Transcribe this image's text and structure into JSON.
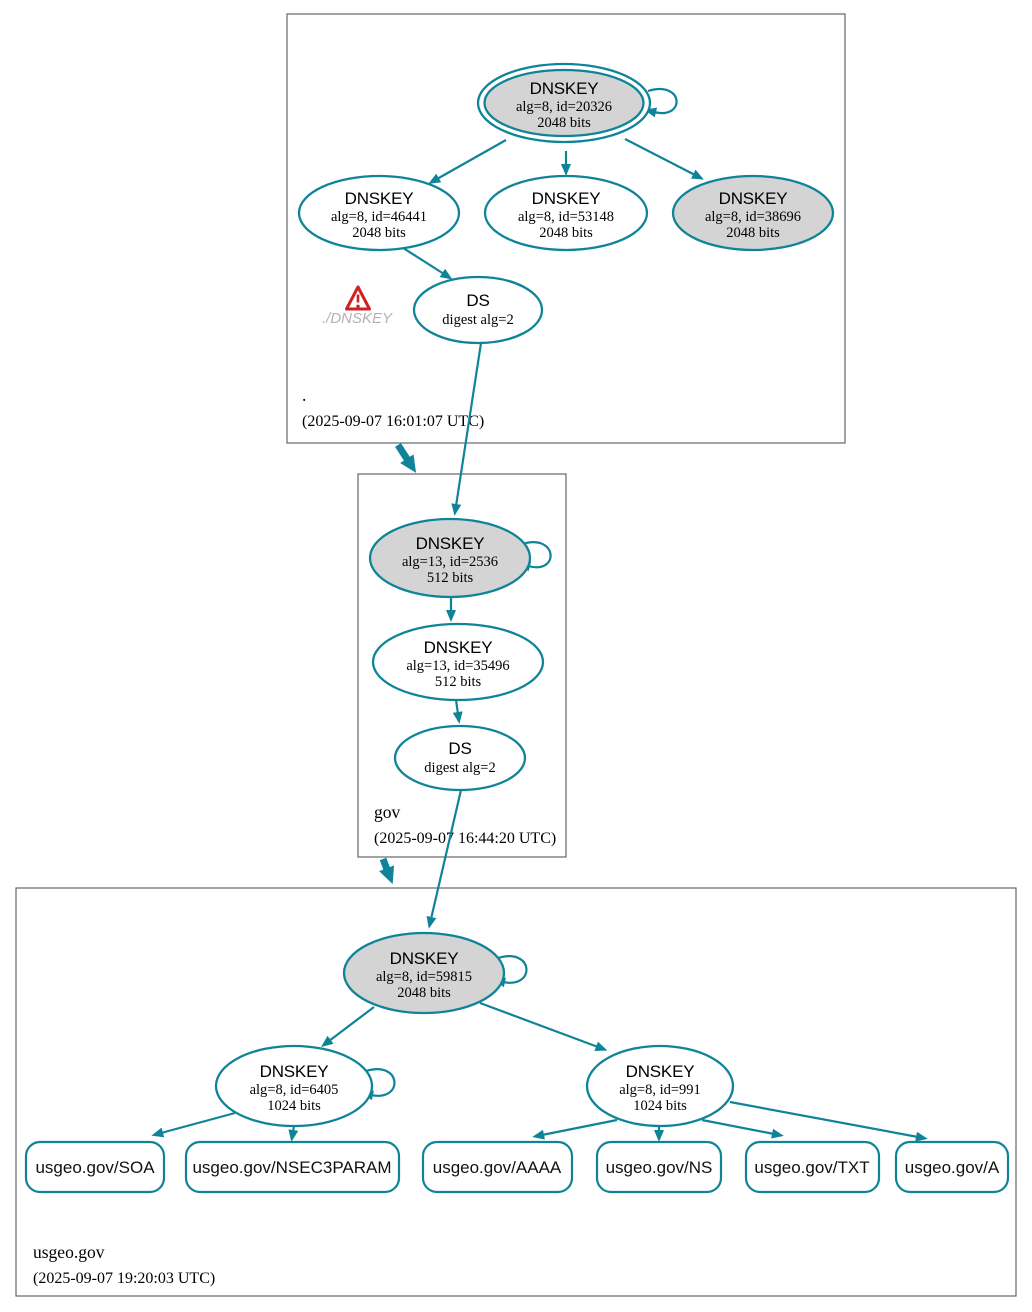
{
  "colors": {
    "edge_teal": "#0f8499",
    "ksk_fill": "#d4d4d4",
    "box_border": "#666666",
    "warning_red": "#cc2222",
    "warning_text_gray": "#b3b3b3"
  },
  "zones": [
    {
      "name": ".",
      "timestamp": "(2025-09-07 16:01:07 UTC)",
      "warning_label": "./DNSKEY",
      "nodes": {
        "ksk": {
          "title": "DNSKEY",
          "detail": "alg=8, id=20326",
          "bits": "2048 bits"
        },
        "zsk1": {
          "title": "DNSKEY",
          "detail": "alg=8, id=46441",
          "bits": "2048 bits"
        },
        "zsk2": {
          "title": "DNSKEY",
          "detail": "alg=8, id=53148",
          "bits": "2048 bits"
        },
        "zsk3": {
          "title": "DNSKEY",
          "detail": "alg=8, id=38696",
          "bits": "2048 bits"
        },
        "ds": {
          "title": "DS",
          "detail": "digest alg=2"
        }
      }
    },
    {
      "name": "gov",
      "timestamp": "(2025-09-07 16:44:20 UTC)",
      "nodes": {
        "ksk": {
          "title": "DNSKEY",
          "detail": "alg=13, id=2536",
          "bits": "512 bits"
        },
        "zsk": {
          "title": "DNSKEY",
          "detail": "alg=13, id=35496",
          "bits": "512 bits"
        },
        "ds": {
          "title": "DS",
          "detail": "digest alg=2"
        }
      }
    },
    {
      "name": "usgeo.gov",
      "timestamp": "(2025-09-07 19:20:03 UTC)",
      "nodes": {
        "ksk": {
          "title": "DNSKEY",
          "detail": "alg=8, id=59815",
          "bits": "2048 bits"
        },
        "zsk1": {
          "title": "DNSKEY",
          "detail": "alg=8, id=6405",
          "bits": "1024 bits"
        },
        "zsk2": {
          "title": "DNSKEY",
          "detail": "alg=8, id=991",
          "bits": "1024 bits"
        }
      },
      "rrsets": [
        {
          "label": "usgeo.gov/SOA"
        },
        {
          "label": "usgeo.gov/NSEC3PARAM"
        },
        {
          "label": "usgeo.gov/AAAA"
        },
        {
          "label": "usgeo.gov/NS"
        },
        {
          "label": "usgeo.gov/TXT"
        },
        {
          "label": "usgeo.gov/A"
        }
      ]
    }
  ]
}
